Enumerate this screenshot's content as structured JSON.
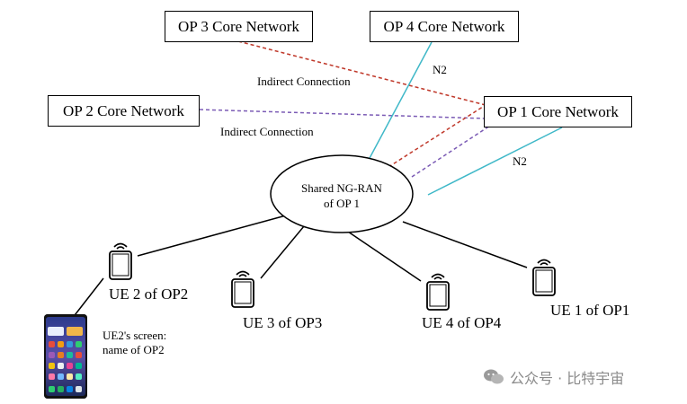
{
  "core_networks": {
    "op3": "OP 3 Core Network",
    "op4": "OP 4 Core Network",
    "op2": "OP 2 Core Network",
    "op1": "OP 1 Core Network"
  },
  "ran": {
    "line1": "Shared NG-RAN",
    "line2": "of OP 1"
  },
  "links": {
    "indirect_upper": "Indirect Connection",
    "indirect_lower": "Indirect Connection",
    "n2_upper": "N2",
    "n2_lower": "N2"
  },
  "ues": {
    "ue2": "UE 2 of OP2",
    "ue3": "UE 3 of OP3",
    "ue4": "UE 4 of OP4",
    "ue1": "UE 1 of OP1"
  },
  "screen_note": {
    "line1": "UE2's screen:",
    "line2": "name of OP2"
  },
  "watermark": "公众号 · 比特宇宙",
  "colors": {
    "n2": "#3fb8c8",
    "indirect_red": "#c0392b",
    "indirect_purple": "#7b5bb5",
    "ue_link": "#000000"
  }
}
